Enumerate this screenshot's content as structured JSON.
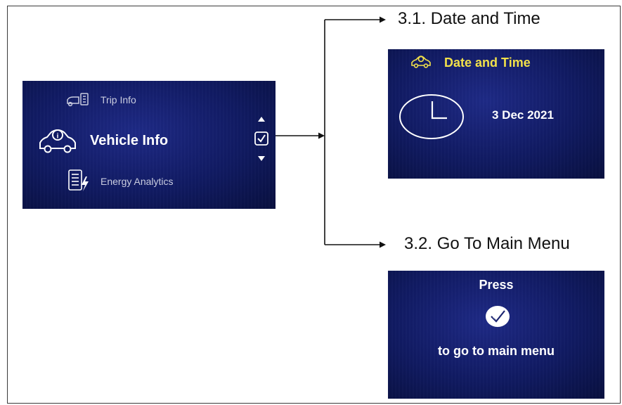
{
  "menu": {
    "items": [
      {
        "label": "Trip Info",
        "icon": "trip-info-icon"
      },
      {
        "label": "Vehicle Info",
        "icon": "vehicle-info-icon"
      },
      {
        "label": "Energy Analytics",
        "icon": "energy-analytics-icon"
      }
    ],
    "controls": [
      "up-arrow-icon",
      "checkbox-icon",
      "down-arrow-icon"
    ]
  },
  "branches": [
    {
      "caption": "3.1. Date and Time"
    },
    {
      "caption": "3.2. Go To Main Menu"
    }
  ],
  "date_time_screen": {
    "title": "Date and Time",
    "date": "3 Dec 2021",
    "title_color": "#f2e14a"
  },
  "main_menu_screen": {
    "line1": "Press",
    "line2": "to go to main menu"
  },
  "colors": {
    "screen_background": "#101a62",
    "connector": "#111111"
  }
}
